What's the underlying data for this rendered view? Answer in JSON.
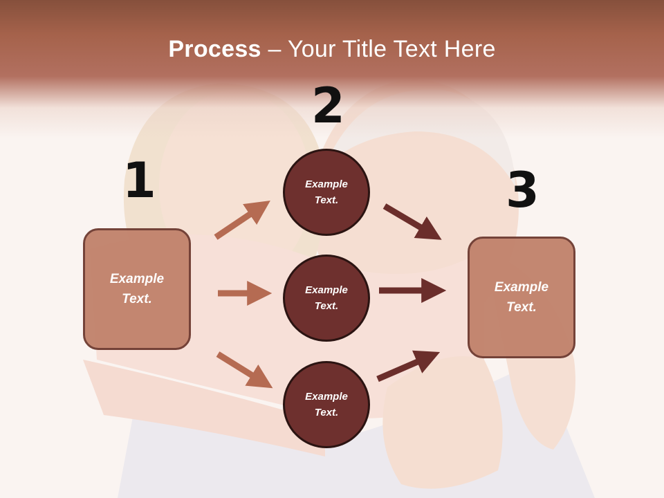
{
  "title": {
    "bold": "Process",
    "rest": " – Your Title Text Here"
  },
  "steps": [
    {
      "number": "1",
      "label": "Example\nText."
    },
    {
      "number": "2",
      "label": "Example\nText."
    },
    {
      "number": "3",
      "label": "Example\nText."
    }
  ],
  "circles": [
    {
      "label": "Example\nText."
    },
    {
      "label": "Example\nText."
    },
    {
      "label": "Example\nText."
    }
  ],
  "colors": {
    "header": "#a5624b",
    "box": "#c1826b",
    "circle": "#6e302e",
    "arrow_light": "#b56b52",
    "arrow_dark": "#6b2e2b"
  }
}
